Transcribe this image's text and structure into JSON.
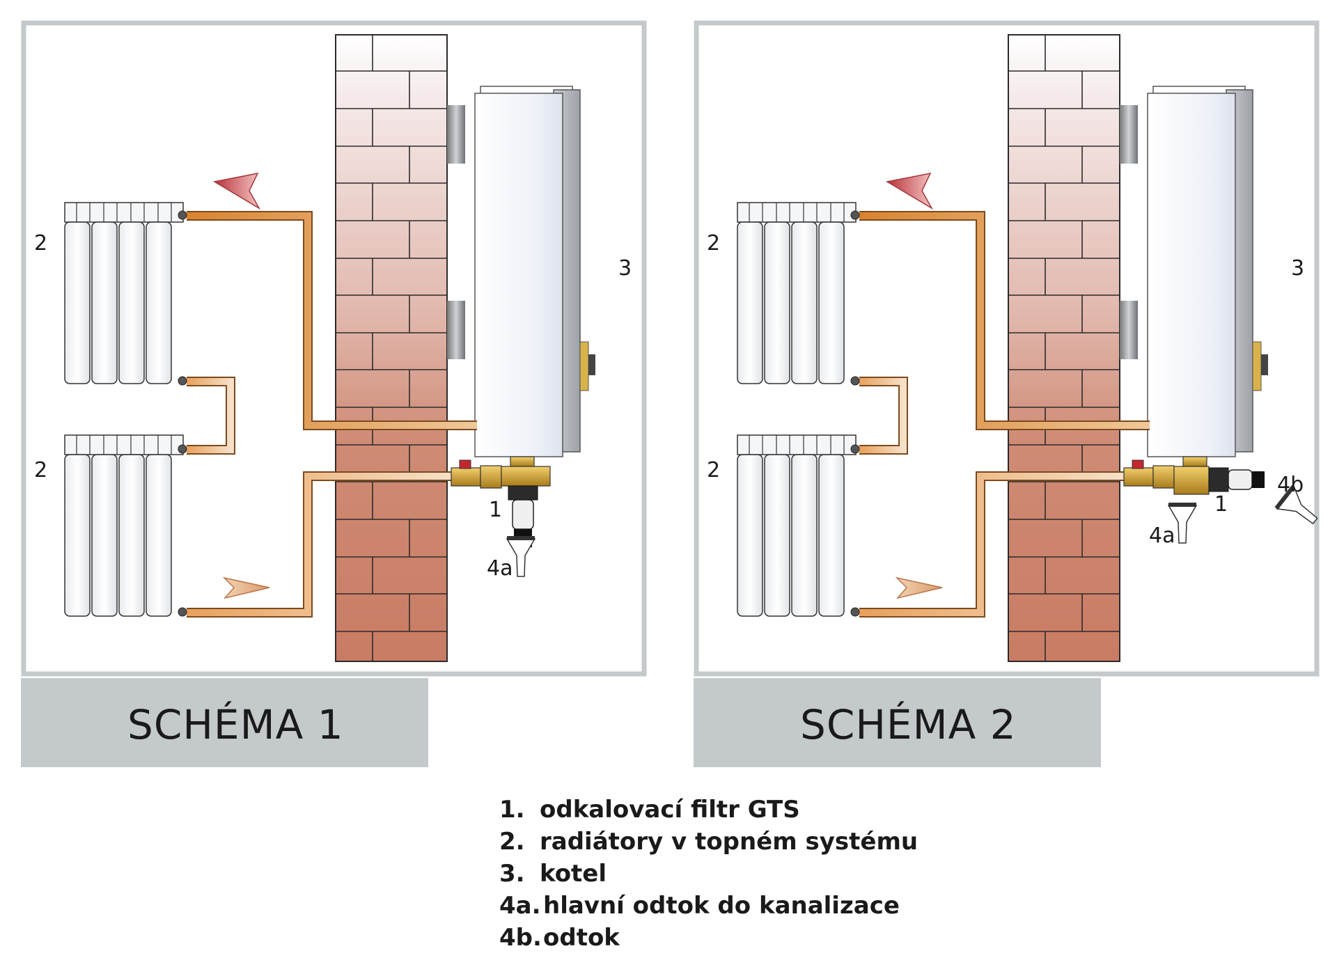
{
  "schemes": [
    {
      "title": "SCHÉMA 1",
      "labels": {
        "radiator_top": "2",
        "radiator_bottom": "2",
        "boiler": "3",
        "filter": "1",
        "drain_main": "4a"
      }
    },
    {
      "title": "SCHÉMA 2",
      "labels": {
        "radiator_top": "2",
        "radiator_bottom": "2",
        "boiler": "3",
        "filter": "1",
        "drain_main": "4a",
        "drain_side": "4b"
      }
    }
  ],
  "legend": [
    {
      "num": "1.",
      "text": "odkalovací filtr GTS"
    },
    {
      "num": "2.",
      "text": "radiátory v topném systému"
    },
    {
      "num": "3.",
      "text": "kotel"
    },
    {
      "num": "4a.",
      "text": "hlavní odtok do kanalizace"
    },
    {
      "num": "4b.",
      "text": "odtok"
    }
  ],
  "colors": {
    "frame": "#c4c9cb",
    "title_band": "#c4c9cb",
    "brick_top": "#f8f3f3",
    "brick_bottom": "#c97e66",
    "pipe_hot": "#d9893a",
    "pipe_cold": "#e6a567",
    "flow_hot": "#c8424a",
    "flow_cold": "#e8b48a",
    "radiator": "#f2f4f6",
    "boiler": "#f4f6fb"
  }
}
